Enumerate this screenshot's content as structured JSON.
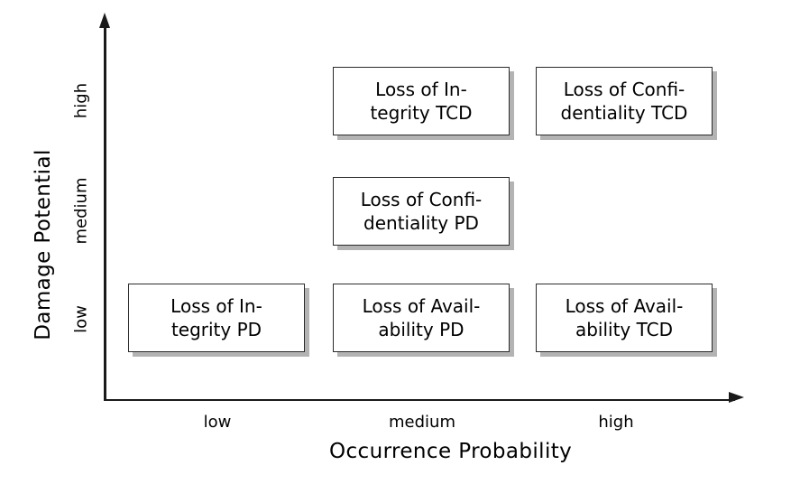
{
  "chart_data": {
    "type": "heatmap",
    "title": "",
    "xlabel": "Occurrence Probability",
    "ylabel": "Damage Potential",
    "x_categories": [
      "low",
      "medium",
      "high"
    ],
    "y_categories": [
      "low",
      "medium",
      "high"
    ],
    "grid": false,
    "legend": "none",
    "cells": [
      {
        "x": "medium",
        "y": "high",
        "label": "Loss of In-\ntegrity TCD"
      },
      {
        "x": "high",
        "y": "high",
        "label": "Loss of Confi-\ndentiality TCD"
      },
      {
        "x": "medium",
        "y": "medium",
        "label": "Loss of Confi-\ndentiality PD"
      },
      {
        "x": "low",
        "y": "low",
        "label": "Loss of In-\ntegrity PD"
      },
      {
        "x": "medium",
        "y": "low",
        "label": "Loss of Avail-\nability PD"
      },
      {
        "x": "high",
        "y": "low",
        "label": "Loss of Avail-\nability TCD"
      }
    ]
  },
  "axes": {
    "y": {
      "title": "Damage Potential",
      "ticks": {
        "high": "high",
        "medium": "medium",
        "low": "low"
      }
    },
    "x": {
      "title": "Occurrence Probability",
      "ticks": {
        "low": "low",
        "medium": "medium",
        "high": "high"
      }
    }
  },
  "boxes": {
    "high_medium": "Loss of In-\ntegrity TCD",
    "high_high": "Loss of Confi-\ndentiality TCD",
    "medium_medium": "Loss of Confi-\ndentiality PD",
    "low_low": "Loss of In-\ntegrity PD",
    "low_medium": "Loss of Avail-\nability PD",
    "low_high": "Loss of Avail-\nability TCD"
  },
  "colors": {
    "background": "#ffffff",
    "axis": "#1a1a1a",
    "box_border": "#2b2b2b",
    "box_fill": "#ffffff",
    "box_shadow": "#b3b3b3",
    "text": "#000000"
  }
}
